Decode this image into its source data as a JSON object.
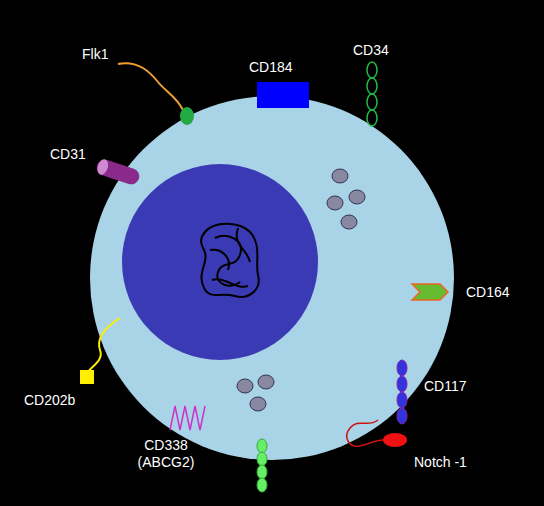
{
  "diagram": {
    "labels": [
      "Flk1",
      "CD184",
      "CD34",
      "CD31",
      "CD164",
      "CD202b",
      "CD117",
      "CD338 (ABCG2)",
      "Notch -1"
    ]
  }
}
